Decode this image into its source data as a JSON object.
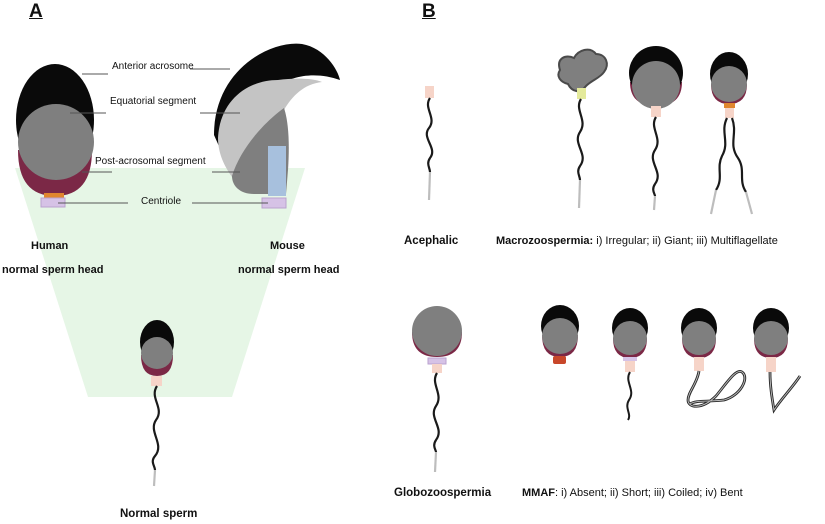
{
  "panels": {
    "a": "A",
    "b": "B"
  },
  "annotations": {
    "anterior_acrosome": "Anterior acrosome",
    "equatorial_segment": "Equatorial segment",
    "post_acrosomal_segment": "Post-acrosomal segment",
    "centriole": "Centriole"
  },
  "human": {
    "line1": "Human",
    "line2": "normal sperm head"
  },
  "mouse": {
    "line1": "Mouse",
    "line2": "normal sperm  head"
  },
  "normal_sperm": "Normal sperm",
  "defects": {
    "acephalic": "Acephalic",
    "macro_title": "Macrozoospermia:",
    "macro_types": "i) Irregular; ii) Giant; iii) Multiflagellate",
    "globo": "Globozoospermia",
    "mmaf_title": "MMAF",
    "mmaf_types": ":  i) Absent; ii) Short; iii) Coiled; iv) Bent"
  },
  "colors": {
    "acrosome": "#0a0a0a",
    "nucleus": "#7f7f7f",
    "post_acrosomal": "#7b2846",
    "centriole": "#d6c2e6",
    "neck": "#f6d4c8",
    "tail": "#1a1a1a",
    "mouse_light": "#c4c4c4",
    "mouse_blue": "#a7c0dd",
    "background_trapezoid": "#e6f6e6"
  }
}
